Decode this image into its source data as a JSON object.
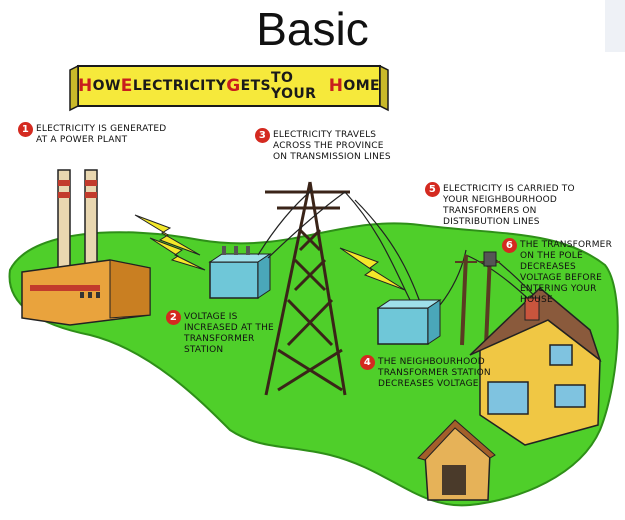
{
  "page": {
    "title": "Basic"
  },
  "banner": {
    "parts": [
      {
        "cap": "H",
        "rest": "OW "
      },
      {
        "cap": "E",
        "rest": "LECTRICITY "
      },
      {
        "cap": "G",
        "rest": "ETS "
      },
      {
        "cap": "",
        "rest": "TO YOUR "
      },
      {
        "cap": "H",
        "rest": "OME"
      }
    ]
  },
  "steps": [
    {
      "number": "1",
      "text": "Electricity is generated at a power plant"
    },
    {
      "number": "2",
      "text": "Voltage is increased at the transformer station"
    },
    {
      "number": "3",
      "text": "Electricity travels across the province on transmission lines"
    },
    {
      "number": "4",
      "text": "The neighbourhood transformer station decreases voltage"
    },
    {
      "number": "5",
      "text": "Electricity is carried to your neighbourhood transformers on distribution lines"
    },
    {
      "number": "6",
      "text": "The transformer on the pole decreases voltage before entering your house"
    }
  ],
  "colors": {
    "grass": "#4fcf2a",
    "bolt": "#f3e82a",
    "number_circle": "#d42a20",
    "banner_bg": "#f6e93b",
    "factory": "#e9a33d",
    "house": "#f0c744",
    "transformer": "#6fc7d8"
  },
  "icons": [
    "power-plant-icon",
    "transmission-tower-icon",
    "transformer-icon",
    "utility-pole-icon",
    "house-icon",
    "doghouse-icon",
    "lightning-bolt-icon"
  ]
}
